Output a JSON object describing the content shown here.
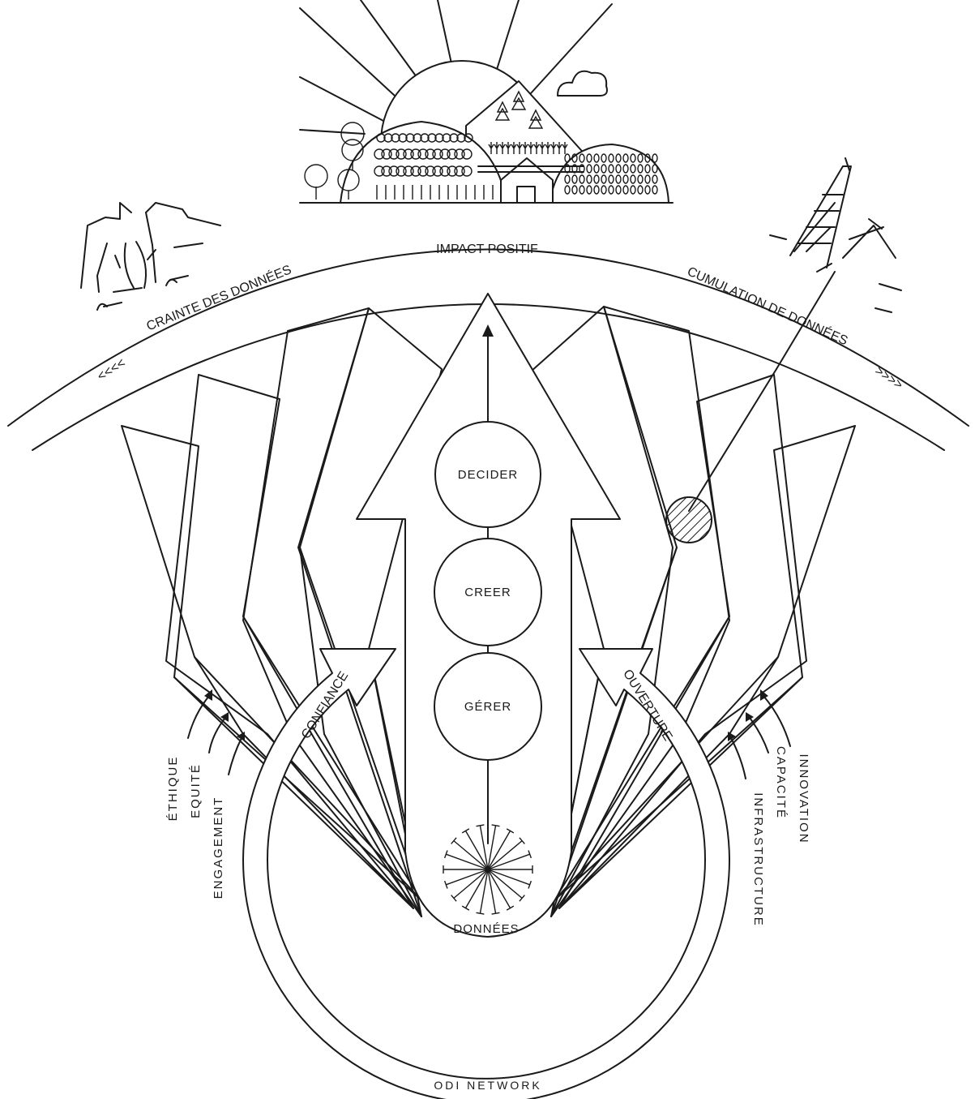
{
  "arc": {
    "center": "IMPACT POSITIF",
    "left": "CRAINTE DES DONNÉES",
    "right": "CUMULATION DE DONNÉES",
    "left_chevrons": "<<<<",
    "right_chevrons": ">>>>"
  },
  "stages": [
    "DECIDER",
    "CREER",
    "GÉRER"
  ],
  "hub": "DONNÉES",
  "loop": {
    "left": "CONFIANCE",
    "right": "OUVERTURE",
    "bottom": "ODI NETWORK"
  },
  "left_factors": [
    "ÉTHIQUE",
    "EQUITÉ",
    "ENGAGEMENT"
  ],
  "right_factors": [
    "INNOVATION",
    "CAPACITÉ",
    "INFRASTRUCTURE"
  ],
  "icons": {
    "landscape": "sun-hills-farm-icon",
    "desert": "desert-cactus-icon",
    "oil": "oil-derrick-icon",
    "drip": "data-drip-icon"
  }
}
